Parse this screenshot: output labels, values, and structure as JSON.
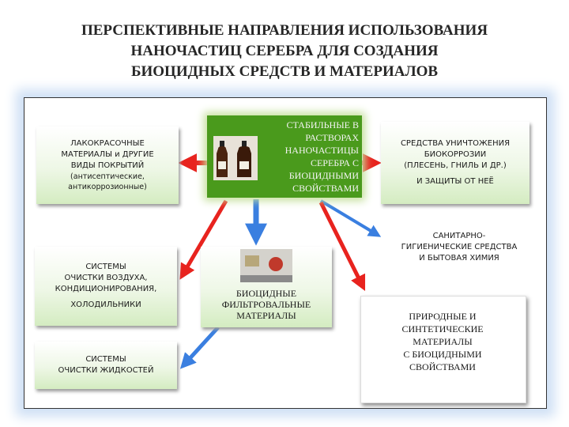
{
  "title": "ПЕРСПЕКТИВНЫЕ НАПРАВЛЕНИЯ ИСПОЛЬЗОВАНИЯ\nНАНОЧАСТИЦ СЕРЕБРА ДЛЯ СОЗДАНИЯ\nБИОЦИДНЫХ СРЕДСТВ И МАТЕРИАЛОВ",
  "nodes": {
    "coatings": {
      "main": "ЛАКОКРАСОЧНЫЕ\nМАТЕРИАЛЫ и ДРУГИЕ\nВИДЫ ПОКРЫТИЙ",
      "sub": "(антисептические,\nантикоррозионные)"
    },
    "center": "СТАБИЛЬНЫЕ В\nРАСТВОРАХ\nНАНОЧАСТИЦЫ\nСЕРЕБРА С\nБИОЦИДНЫМИ\nСВОЙСТВАМИ",
    "biocorrosion": {
      "main": "СРЕДСТВА УНИЧТОЖЕНИЯ\nБИОКОРРОЗИИ\n(ПЛЕСЕНЬ, ГНИЛЬ И ДР.)",
      "sub": "И ЗАЩИТЫ ОТ НЕЁ"
    },
    "air": {
      "main": "СИСТЕМЫ\nОЧИСТКИ ВОЗДУХА,\nКОНДИЦИОНИРОВАНИЯ,",
      "sub": "ХОЛОДИЛЬНИКИ"
    },
    "filters": "БИОЦИДНЫЕ\nФИЛЬТРОВАЛЬНЫЕ\nМАТЕРИАЛЫ",
    "sanitary": "САНИТАРНО-\nГИГИЕНИЧЕСКИЕ СРЕДСТВА\nИ БЫТОВАЯ ХИМИЯ",
    "liquids": "СИСТЕМЫ\nОЧИСТКИ ЖИДКОСТЕЙ",
    "natural": "ПРИРОДНЫЕ И\nСИНТЕТИЧЕСКИЕ\nМАТЕРИАЛЫ\nС БИОЦИДНЫМИ\nСВОЙСТВАМИ"
  },
  "colors": {
    "center_fill": "#4a9a1c",
    "red_arrow": "#e8231e",
    "blue_arrow": "#3a7fe0",
    "panel_glow": "#cfe0f5"
  }
}
